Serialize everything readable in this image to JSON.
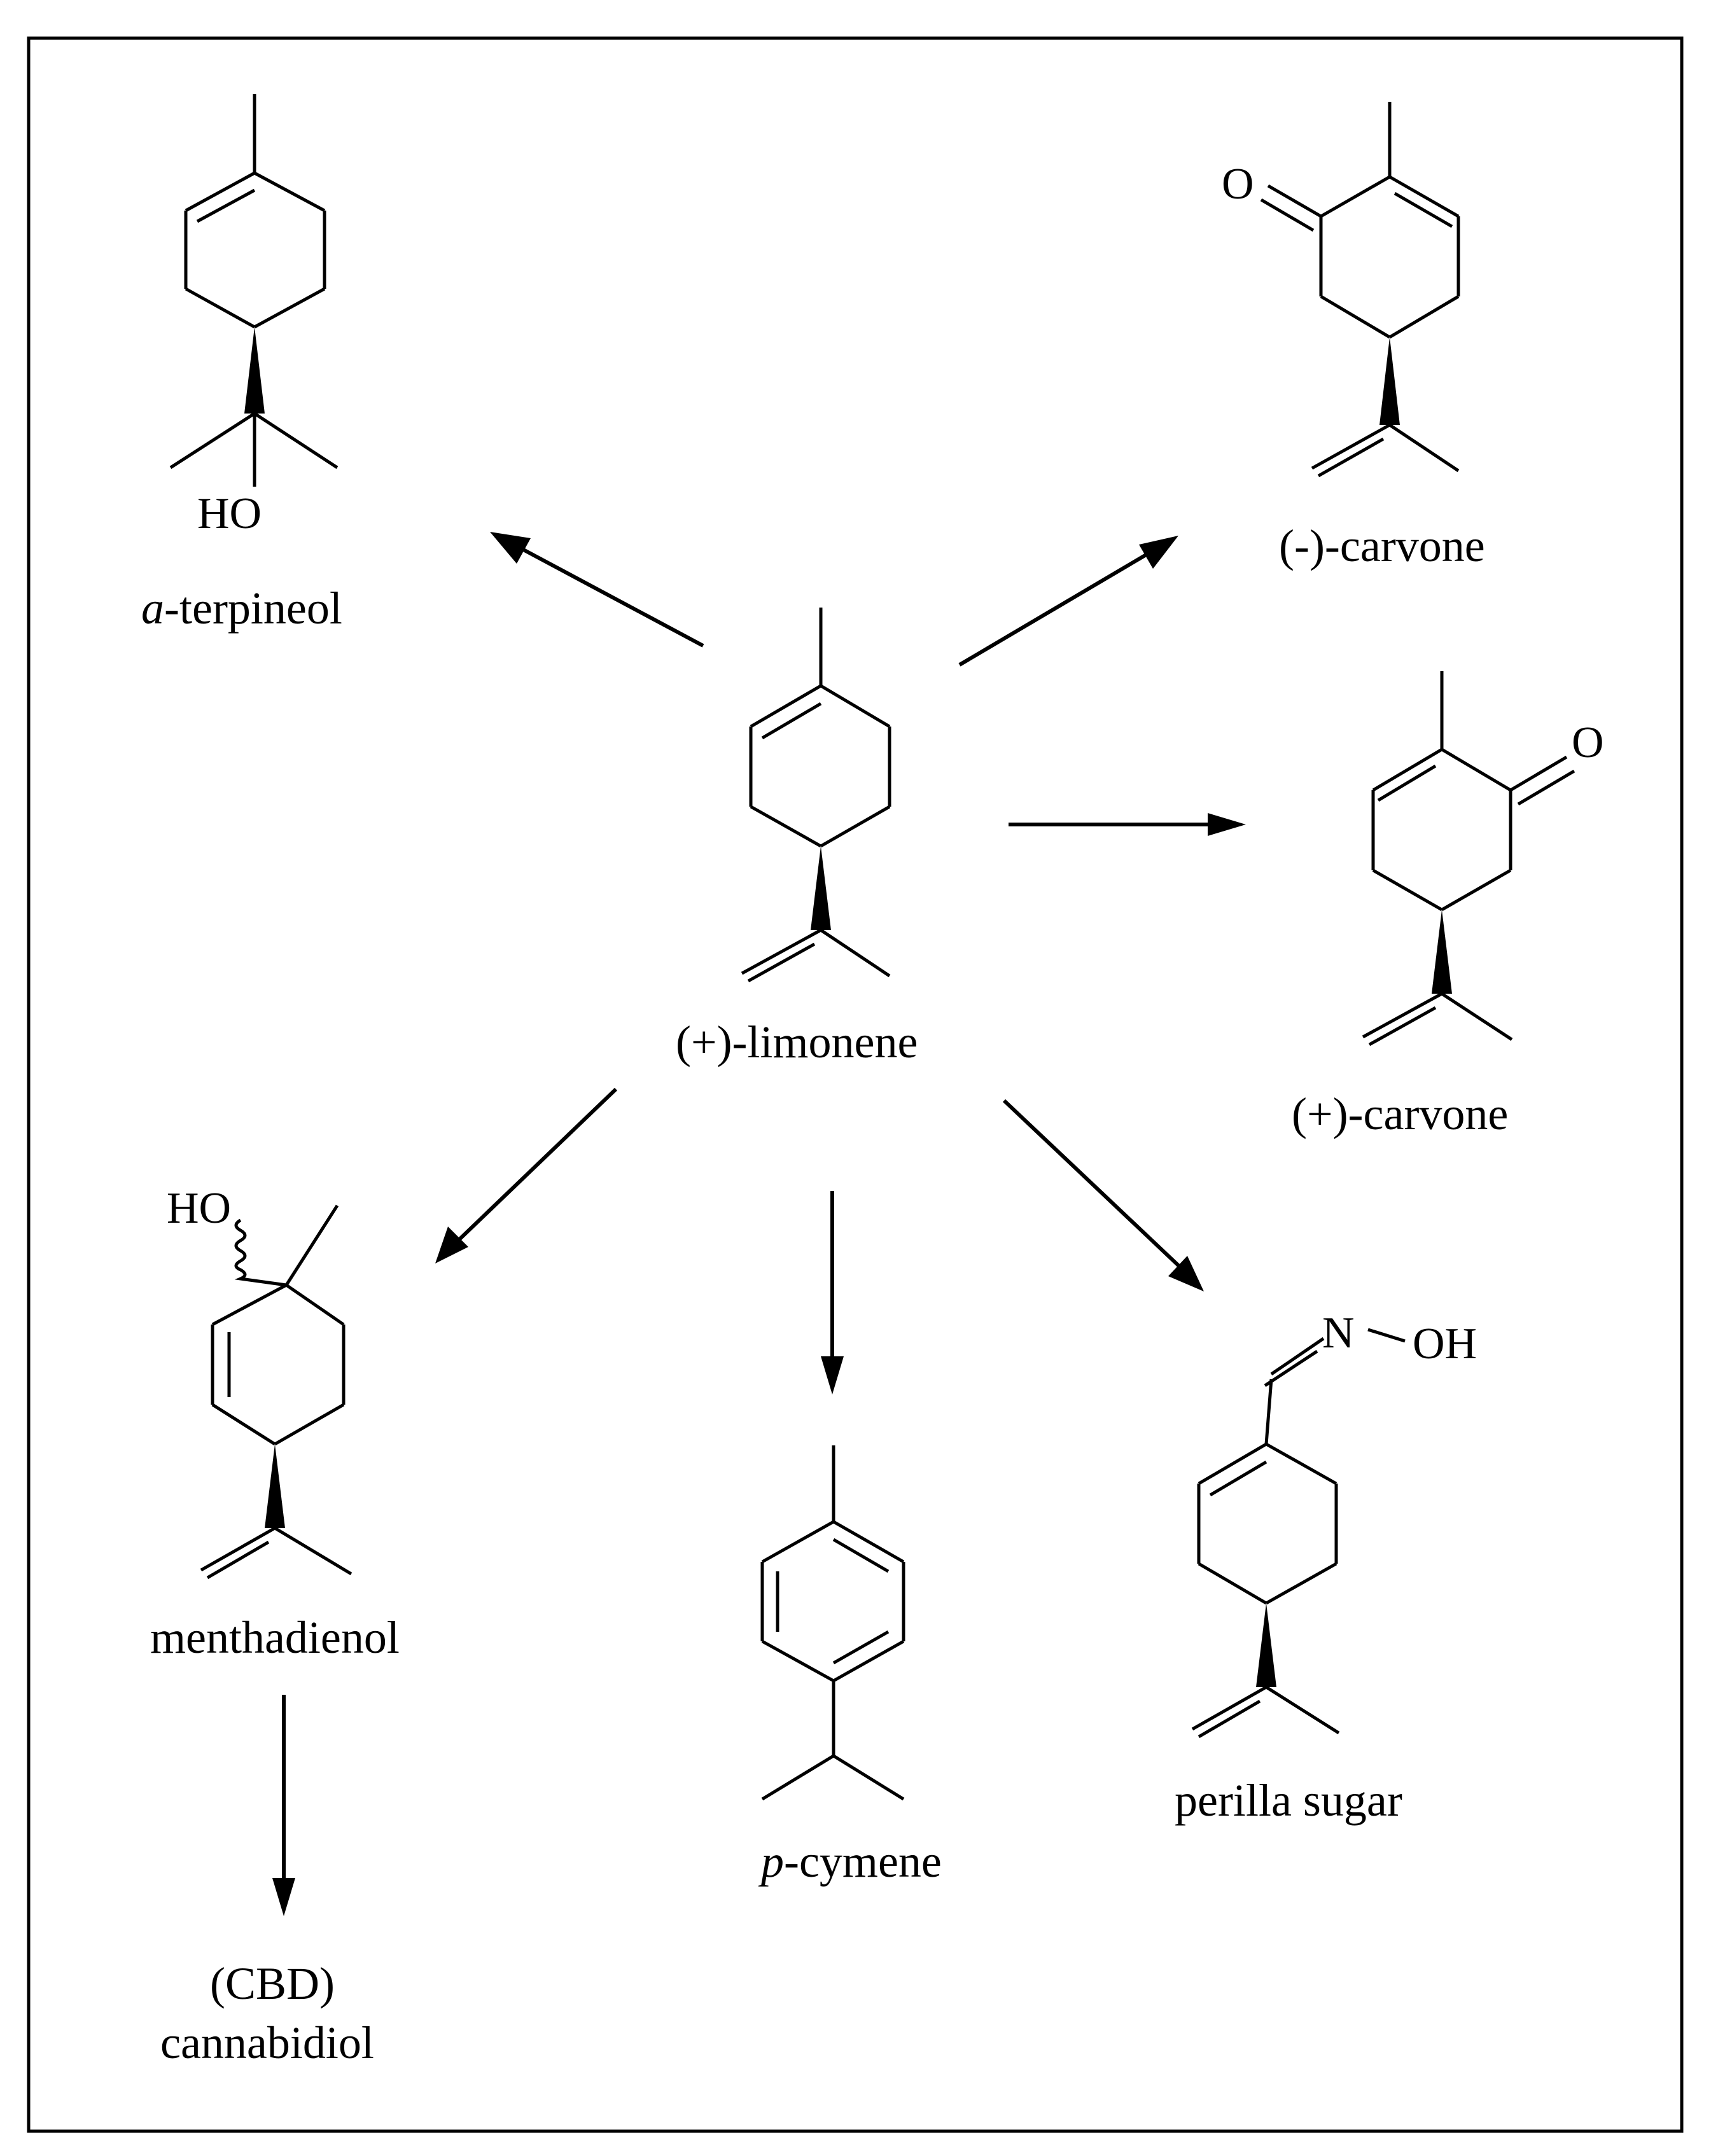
{
  "atoms": {
    "ho": "HO",
    "o": "O",
    "n": "N",
    "oh": "OH"
  },
  "labels": {
    "terpineol_prefix": "a",
    "terpineol_suffix": "-terpineol",
    "minus_carvone": "(-)-carvone",
    "plus_limonene": "(+)-limonene",
    "plus_carvone": "(+)-carvone",
    "menthadienol": "menthadienol",
    "cbd_line1": "(CBD)",
    "cbd_line2": "cannabidiol",
    "cymene_prefix": "p",
    "cymene_suffix": "-cymene",
    "perilla": "perilla sugar"
  }
}
